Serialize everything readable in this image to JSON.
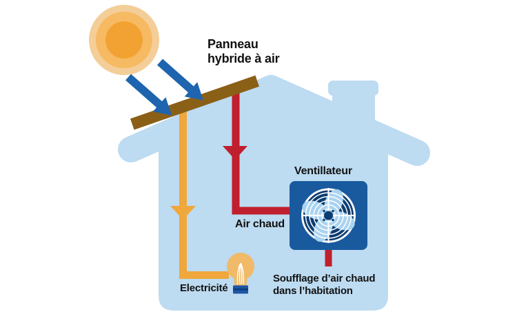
{
  "diagram": {
    "labels": {
      "panel_line1": "Panneau",
      "panel_line2": "hybride à air",
      "ventilator": "Ventillateur",
      "hot_air": "Air chaud",
      "electricity": "Electricité",
      "blow_line1": "Soufflage d’air chaud",
      "blow_line2": "dans l’habitation"
    },
    "colors": {
      "house": "#BDDBF1",
      "panel_brown": "#8A6017",
      "ray_arrow_blue": "#1E64AE",
      "hot_air_red": "#C01F2D",
      "electricity_orange": "#F0A73C",
      "fan_box_blue": "#195A9E",
      "fan_disc_navy": "#0D3C70",
      "fan_blade_blue": "#A9D3F1",
      "sun_outer": "#F4CE98",
      "sun_mid": "#F6BA62",
      "sun_core": "#F2A233",
      "bulb_orange": "#F0BA68",
      "bulb_base_blue": "#1E56A5",
      "bulb_base_dark": "#0F3A7E",
      "text": "#111111"
    }
  }
}
